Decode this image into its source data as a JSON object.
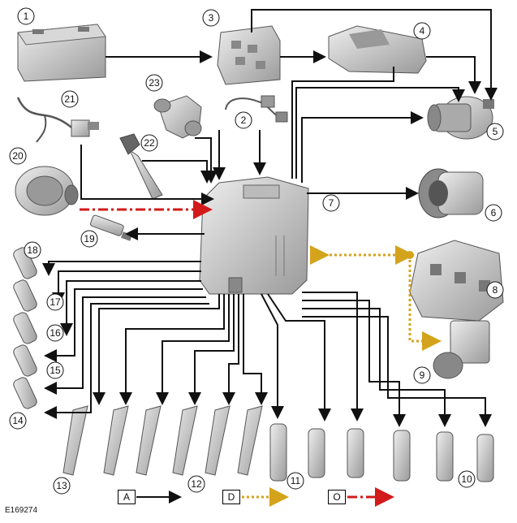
{
  "callouts": {
    "c1": "1",
    "c2": "2",
    "c3": "3",
    "c4": "4",
    "c5": "5",
    "c6": "6",
    "c7": "7",
    "c8": "8",
    "c9": "9",
    "c10": "10",
    "c11": "11",
    "c12": "12",
    "c13": "13",
    "c14": "14",
    "c15": "15",
    "c16": "16",
    "c17": "17",
    "c18": "18",
    "c19": "19",
    "c20": "20",
    "c21": "21",
    "c22": "22",
    "c23": "23"
  },
  "legend": {
    "a_label": "A",
    "d_label": "D",
    "o_label": "O"
  },
  "reference": "E169274",
  "colors": {
    "hardwired": "#111111",
    "canbus": "#d4a31c",
    "lin": "#d21a1a"
  }
}
